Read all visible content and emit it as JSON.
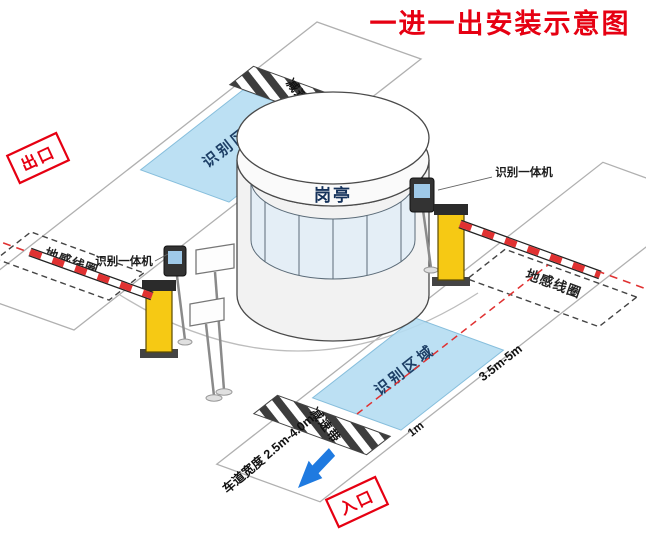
{
  "title": "一进一出安装示意图",
  "labels": {
    "exit": "出口",
    "entrance": "入口",
    "booth": "岗亭",
    "recognition_area_top": "识别区域",
    "recognition_area_bottom": "识别区域",
    "speed_bump_top": "减速带",
    "speed_bump_bottom": "减速带",
    "ground_coil_left": "地感线圈",
    "ground_coil_right": "地感线圈",
    "recognition_machine_left": "识别一体机",
    "recognition_machine_right": "识别一体机"
  },
  "dimensions": {
    "gate_to_coil": "3.5m-5m",
    "coil_spacing": "1m",
    "lane_width": "车道宽度 2.5m-4.0m"
  },
  "colors": {
    "title_red": "#e60012",
    "marking_red": "#e03131",
    "area_blue": "#b5ddf2",
    "gate_yellow": "#f6c914",
    "arrow_blue": "#1f7ae0"
  }
}
